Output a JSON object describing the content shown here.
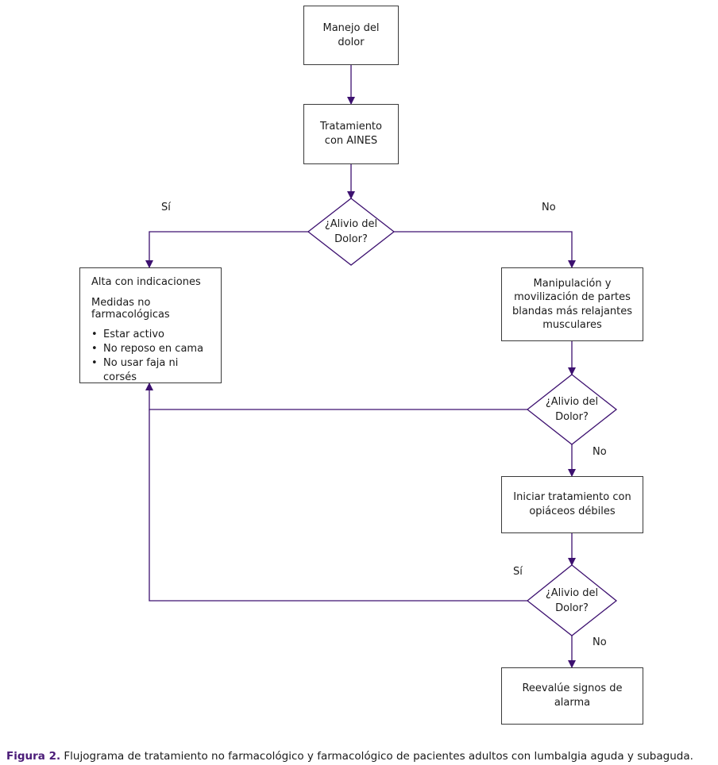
{
  "colors": {
    "connector": "#3d1170",
    "border": "#3a3a3a",
    "caption_accent": "#4b1c78"
  },
  "nodes": {
    "manejo": "Manejo del\ndolor",
    "aines": "Tratamiento\ncon AINES",
    "decision1": "¿Alivio del\nDolor?",
    "alta": {
      "title": "Alta con indicaciones",
      "subtitle": "Medidas no\nfarmacológicas",
      "items": [
        "Estar activo",
        "No reposo en cama",
        "No usar faja ni corsés"
      ]
    },
    "manipulacion": "Manipulación y\nmovilización de partes\nblandas más relajantes\nmusculares",
    "decision2": "¿Alivio del\nDolor?",
    "opiaceos": "Iniciar tratamiento con\nopiáceos débiles",
    "decision3": "¿Alivio del\nDolor?",
    "reevalue": "Reevalúe signos de\nalarma"
  },
  "labels": {
    "si1": "Sí",
    "no1": "No",
    "no2": "No",
    "si3": "Sí",
    "no3": "No"
  },
  "caption": {
    "label": "Figura 2.",
    "text": " Flujograma de tratamiento no farmacológico y farmacológico de pacientes adultos con lumbalgia aguda y subaguda."
  }
}
